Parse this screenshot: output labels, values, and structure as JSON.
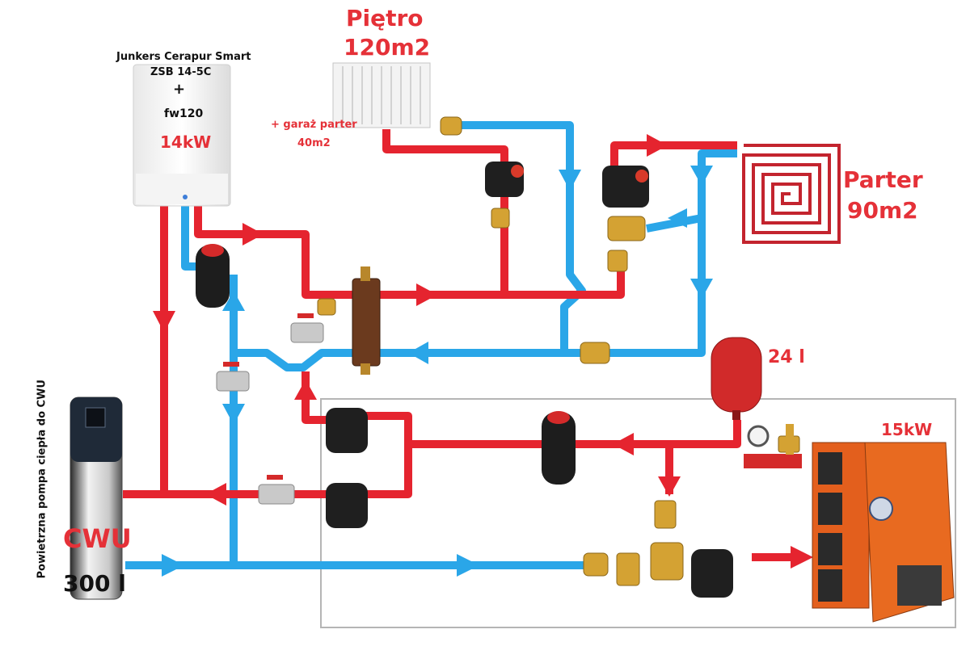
{
  "boiler": {
    "line1": "Junkers Cerapur Smart",
    "line2": "ZSB 14-5C",
    "plus": "+",
    "line3": "fw120",
    "power": "14kW"
  },
  "floor_upper": {
    "name": "Piętro",
    "area": "120m2"
  },
  "garage": {
    "line1": "+ garaż parter",
    "line2": "40m2"
  },
  "floor_ground": {
    "name": "Parter",
    "area": "90m2"
  },
  "expansion_tank": {
    "volume": "24 l"
  },
  "solid_boiler": {
    "power": "15kW"
  },
  "heat_pump": {
    "side_label": "Powietrzna pompa ciepła do CWU",
    "tank_label": "CWU",
    "volume": "300 l"
  },
  "colors": {
    "supply": "#e5242f",
    "return": "#2aa6e8",
    "pipe_label": "#e53138"
  }
}
